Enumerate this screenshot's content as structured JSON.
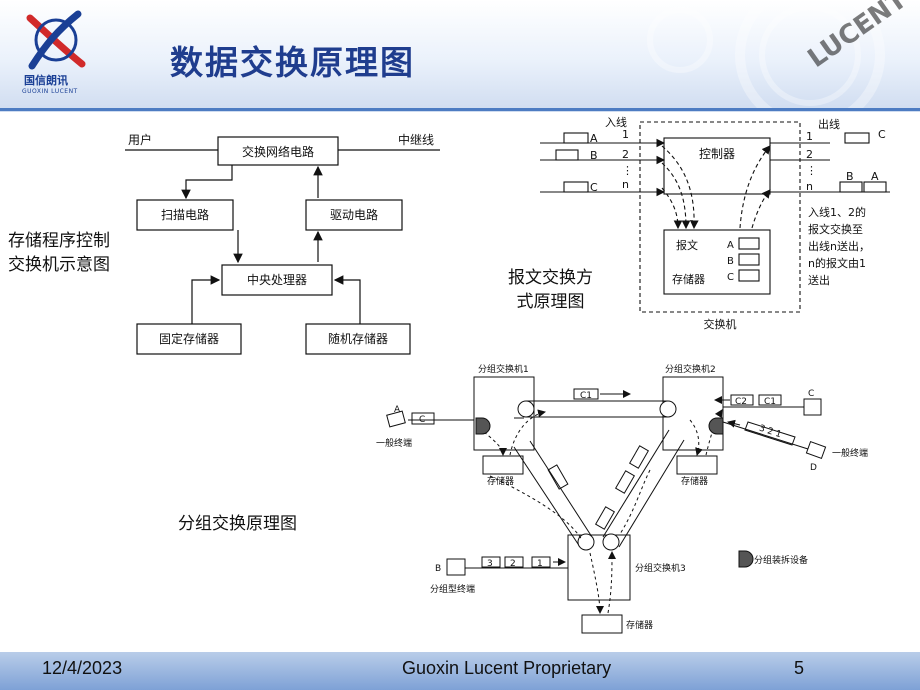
{
  "header": {
    "title": "数据交换原理图",
    "logo_cn": "国信朗讯",
    "logo_en": "GUOXIN LUCENT",
    "watermark": "LUCENT"
  },
  "diagram_spc": {
    "caption_line1": "存储程序控制",
    "caption_line2": "交换机示意图",
    "user_label": "用户",
    "trunk_label": "中继线",
    "switch_network": "交换网络电路",
    "scan_circuit": "扫描电路",
    "drive_circuit": "驱动电路",
    "cpu": "中央处理器",
    "fixed_memory": "固定存储器",
    "random_memory": "随机存储器"
  },
  "diagram_message": {
    "caption_line1": "报文交换方",
    "caption_line2": "式原理图",
    "in_label": "入线",
    "out_label": "出线",
    "in_port_1": "1",
    "in_port_2": "2",
    "in_port_n": "n",
    "out_port_1": "1",
    "out_port_2": "2",
    "out_port_n": "n",
    "msg_a": "A",
    "msg_b": "B",
    "msg_c": "C",
    "out_msg_c": "C",
    "out_msg_b": "B",
    "out_msg_a": "A",
    "controller": "控制器",
    "message_label": "报文",
    "memory_label": "存储器",
    "slot_a": "A",
    "slot_b": "B",
    "slot_c": "C",
    "switch_label": "交换机",
    "note_lines": [
      "入线1、2的",
      "报文交换至",
      "出线n送出，",
      "n的报文由1",
      "送出"
    ]
  },
  "diagram_packet": {
    "caption": "分组交换原理图",
    "switch1": "分组交换机1",
    "switch2": "分组交换机2",
    "switch3": "分组交换机3",
    "terminal_a": "A",
    "terminal_a_label": "一般终端",
    "terminal_b": "B",
    "terminal_b_label": "分组型终端",
    "terminal_c": "C",
    "terminal_d": "D",
    "terminal_d_label": "一般终端",
    "memory": "存储器",
    "pkt_c": "C",
    "pkt_c1": "C1",
    "pkt_c2": "C2",
    "pkt_1": "1",
    "pkt_2": "2",
    "pkt_3": "3",
    "d_pkts": "3  2  1",
    "legend": "分组装拆设备"
  },
  "footer": {
    "date": "12/4/2023",
    "company": "Guoxin Lucent Proprietary",
    "page": "5"
  }
}
